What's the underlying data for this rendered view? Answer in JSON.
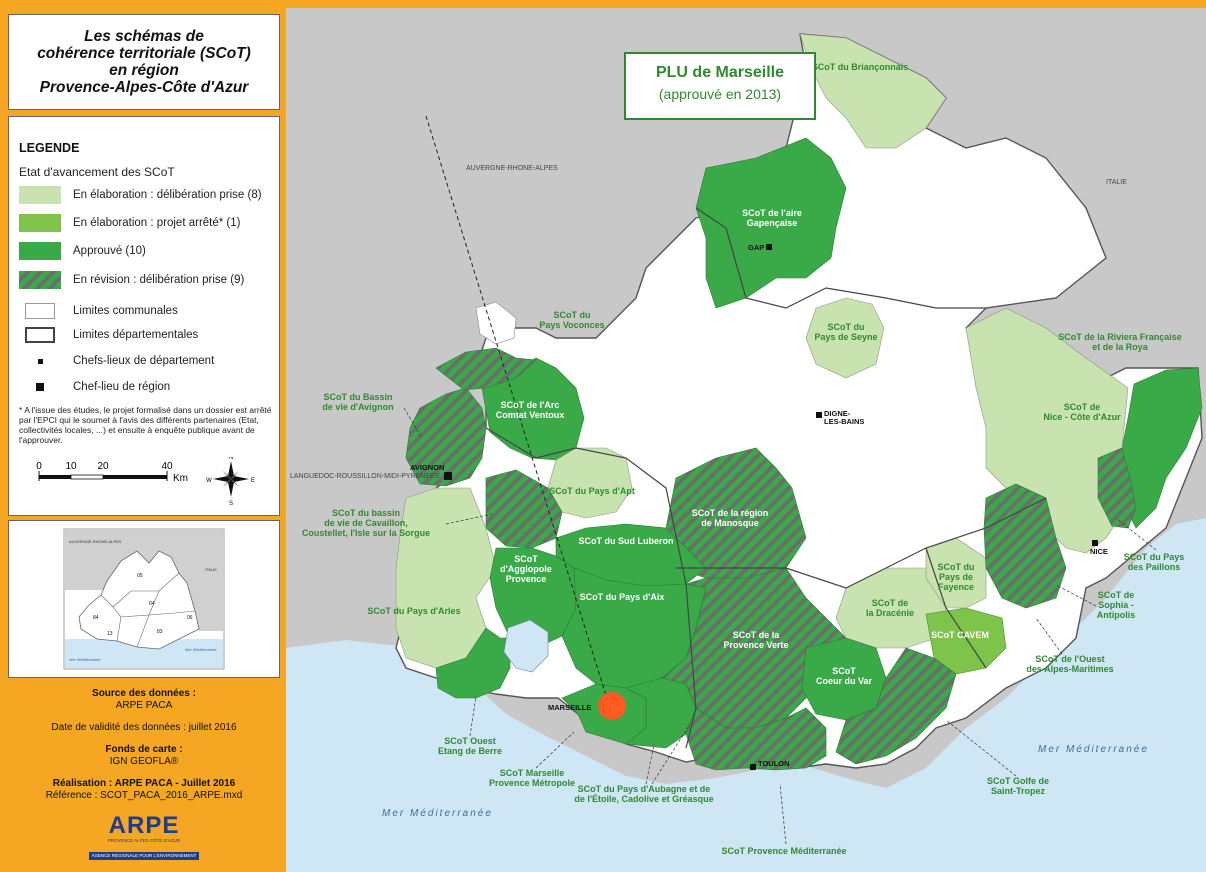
{
  "title": {
    "line1": "Les schémas de",
    "line2": "cohérence territoriale (SCoT)",
    "line3": "en région",
    "line4": "Provence-Alpes-Côte d'Azur"
  },
  "legend": {
    "title": "LEGENDE",
    "subtitle": "Etat d'avancement des SCoT",
    "items": [
      {
        "label": "En élaboration : délibération prise (8)",
        "color": "#c8e3b0"
      },
      {
        "label": "En élaboration : projet arrêté* (1)",
        "color": "#7ec44a"
      },
      {
        "label": "Approuvé (10)",
        "color": "#3aaa48"
      },
      {
        "label": "En révision : délibération prise (9)",
        "color": "#3aaa48"
      },
      {
        "label": "Limites communales"
      },
      {
        "label": "Limites départementales"
      },
      {
        "label": "Chefs-lieux de département"
      },
      {
        "label": "Chef-lieu de région"
      }
    ],
    "footnote": "* A l'issue des études, le projet formalisé dans un dossier est arrêté par l'EPCI qui le soumet à l'avis des différents partenaires (Etat, collectivités locales, ...) et ensuite à enquête publique avant de l'approuver.",
    "scale": {
      "ticks": [
        "0",
        "10",
        "20",
        "40"
      ],
      "unit": "Km"
    },
    "compass": {
      "n": "N",
      "s": "S",
      "e": "E",
      "w": "W"
    }
  },
  "inset": {
    "labels": {
      "region": "AUVERGNE-RHONE-ALPES",
      "italie": "ITALIE",
      "d05": "05",
      "d04": "04",
      "d84": "84",
      "d06": "06",
      "d13": "13",
      "d83": "83",
      "sea_left": "Mer Méditerranée",
      "sea_right": "Mer Méditerranée"
    }
  },
  "credits": {
    "source_title": "Source des données :",
    "source_value": "ARPE PACA",
    "validity": "Date de validité des données : juillet 2016",
    "fonds_title": "Fonds de carte :",
    "fonds_value": "IGN GEOFLA®",
    "realisation": "Réalisation : ARPE PACA - Juillet 2016",
    "reference": "Référence : SCOT_PACA_2016_ARPE.mxd",
    "logo_text": "ARPE",
    "logo_sub1": "PROVENCE ALPES CÔTE D'AZUR",
    "logo_sub2": "AGENCE RÉGIONALE POUR L'ENVIRONNEMENT"
  },
  "plu": {
    "title": "PLU de Marseille",
    "subtitle": "(approuvé en 2013)"
  },
  "map": {
    "regions": {
      "auvergne": "AUVERGNE-RHONE-ALPES",
      "italie": "ITALIE",
      "languedoc": "LANGUEDOC-ROUSSILLON-MIDI-PYRÉNÉES"
    },
    "seas": {
      "east": "Mer Méditerranée",
      "west": "Mer Méditerranée"
    },
    "cities": {
      "gap": "GAP",
      "digne1": "DIGNE-",
      "digne2": "LES-BAINS",
      "avignon": "AVIGNON",
      "nice": "NICE",
      "marseille": "MARSEILLE",
      "toulon": "TOULON"
    },
    "scot": {
      "brianconnais": "SCoT du Briançonnais",
      "gap1": "SCoT de l'aire",
      "gap2": "Gapençaise",
      "voconces1": "SCoT du",
      "voconces2": "Pays Voconces",
      "seyne1": "SCoT du",
      "seyne2": "Pays de Seyne",
      "riviera1": "SCoT de la Riviera Française",
      "riviera2": "et de la Roya",
      "avignon1": "SCoT du Bassin",
      "avignon2": "de vie d'Avignon",
      "arc1": "SCoT de l'Arc",
      "arc2": "Comtat Ventoux",
      "nice1": "SCoT de",
      "nice2": "Nice - Côte d'Azur",
      "apt": "SCoT du Pays d'Apt",
      "manosque1": "SCoT de la région",
      "manosque2": "de Manosque",
      "cavaillon1": "SCoT du bassin",
      "cavaillon2": "de vie de Cavaillon,",
      "cavaillon3": "Coustellet, l'Isle sur la Sorgue",
      "luberon": "SCoT du Sud Luberon",
      "agglopole1": "SCoT",
      "agglopole2": "d'Agglopole",
      "agglopole3": "Provence",
      "aix": "SCoT du Pays d'Aix",
      "paillons1": "SCoT du Pays",
      "paillons2": "des Paillons",
      "arles": "SCoT du Pays d'Arles",
      "fayence1": "SCoT du",
      "fayence2": "Pays de",
      "fayence3": "Fayence",
      "dracenie1": "SCoT de",
      "dracenie2": "la Dracénie",
      "sophia1": "SCoT de",
      "sophia2": "Sophia -",
      "sophia3": "Antipolis",
      "cavem": "SCoT CAVEM",
      "provverte1": "SCoT de la",
      "provverte2": "Provence Verte",
      "ouestam1": "SCoT de l'Ouest",
      "ouestam2": "des Alpes-Maritimes",
      "coeurvar1": "SCoT",
      "coeurvar2": "Coeur du Var",
      "etang1": "SCoT Ouest",
      "etang2": "Etang de Berre",
      "mpm1": "SCoT Marseille",
      "mpm2": "Provence Métropole",
      "aubagne1": "SCoT du Pays d'Aubagne et de",
      "aubagne2": "de l'Étoile, Cadolive et Gréasque",
      "tropez1": "SCoT Golfe de",
      "tropez2": "Saint-Tropez",
      "provmed": "SCoT Provence Méditerranée"
    }
  }
}
